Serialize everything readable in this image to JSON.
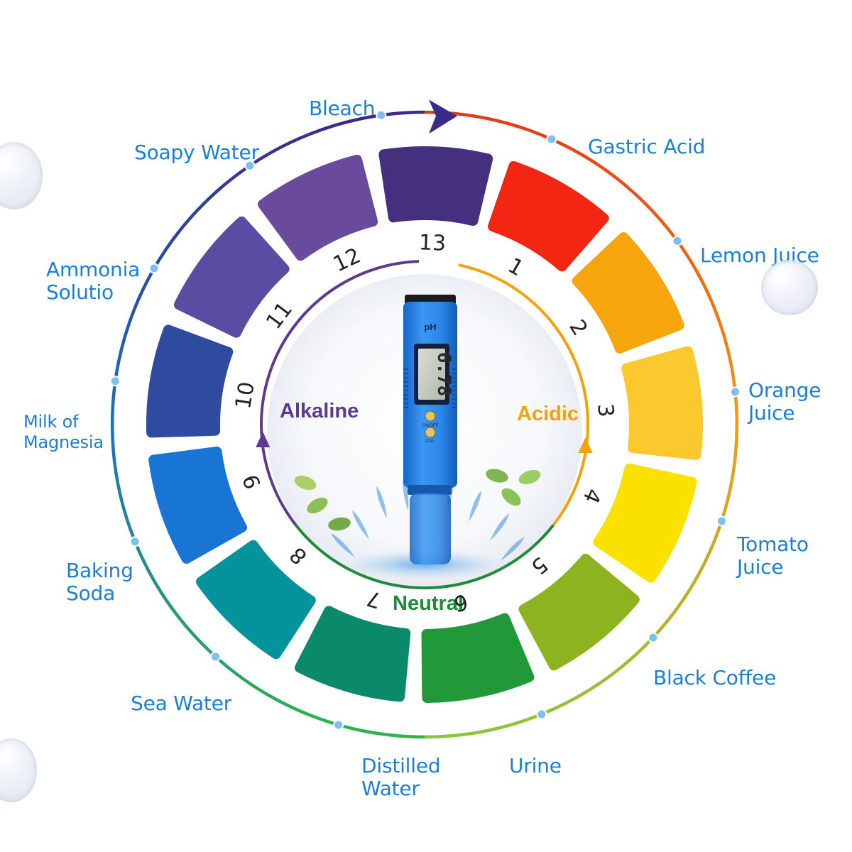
{
  "numbers": [
    "1",
    "2",
    "3",
    "4",
    "5",
    "6",
    "7",
    "8",
    "9",
    "10",
    "11",
    "12",
    "13"
  ],
  "segment_colors": [
    "#f22612",
    "#f6a60c",
    "#fbc82d",
    "#fbe100",
    "#8db321",
    "#229938",
    "#0a8a6a",
    "#04939a",
    "#1875d4",
    "#2f4b9f",
    "#5a4ca3",
    "#6a4a9d",
    "#453080"
  ],
  "center": {
    "alkaline": "Alkaline",
    "acidic": "Acidic",
    "neutral": "Neutral",
    "colors": {
      "alkaline": "#5b3a91",
      "acidic": "#f2a20a",
      "neutral": "#1f8a3a"
    }
  },
  "meter": {
    "brand": "pH",
    "reading": "6.78",
    "button_onoff": "ON/OFF",
    "button_cal": "CAL",
    "body_color": "#2a87e8"
  },
  "substances": {
    "bleach": "Bleach",
    "gastric_acid": "Gastric Acid",
    "lemon_juice": "Lemon Juice",
    "orange_juice": [
      "Orange",
      "Juice"
    ],
    "tomato_juice": [
      "Tomato",
      "Juice"
    ],
    "black_coffee": "Black Coffee",
    "urine": "Urine",
    "distilled_water": [
      "Distilled",
      "Water"
    ],
    "sea_water": "Sea Water",
    "baking_soda": [
      "Baking",
      "Soda"
    ],
    "milk_of_magnesia": [
      "Milk of",
      "Magnesia"
    ],
    "ammonia": [
      "Ammonia",
      "Solutio"
    ],
    "soapy_water": "Soapy Water"
  },
  "label_color": "#1a7fd6"
}
